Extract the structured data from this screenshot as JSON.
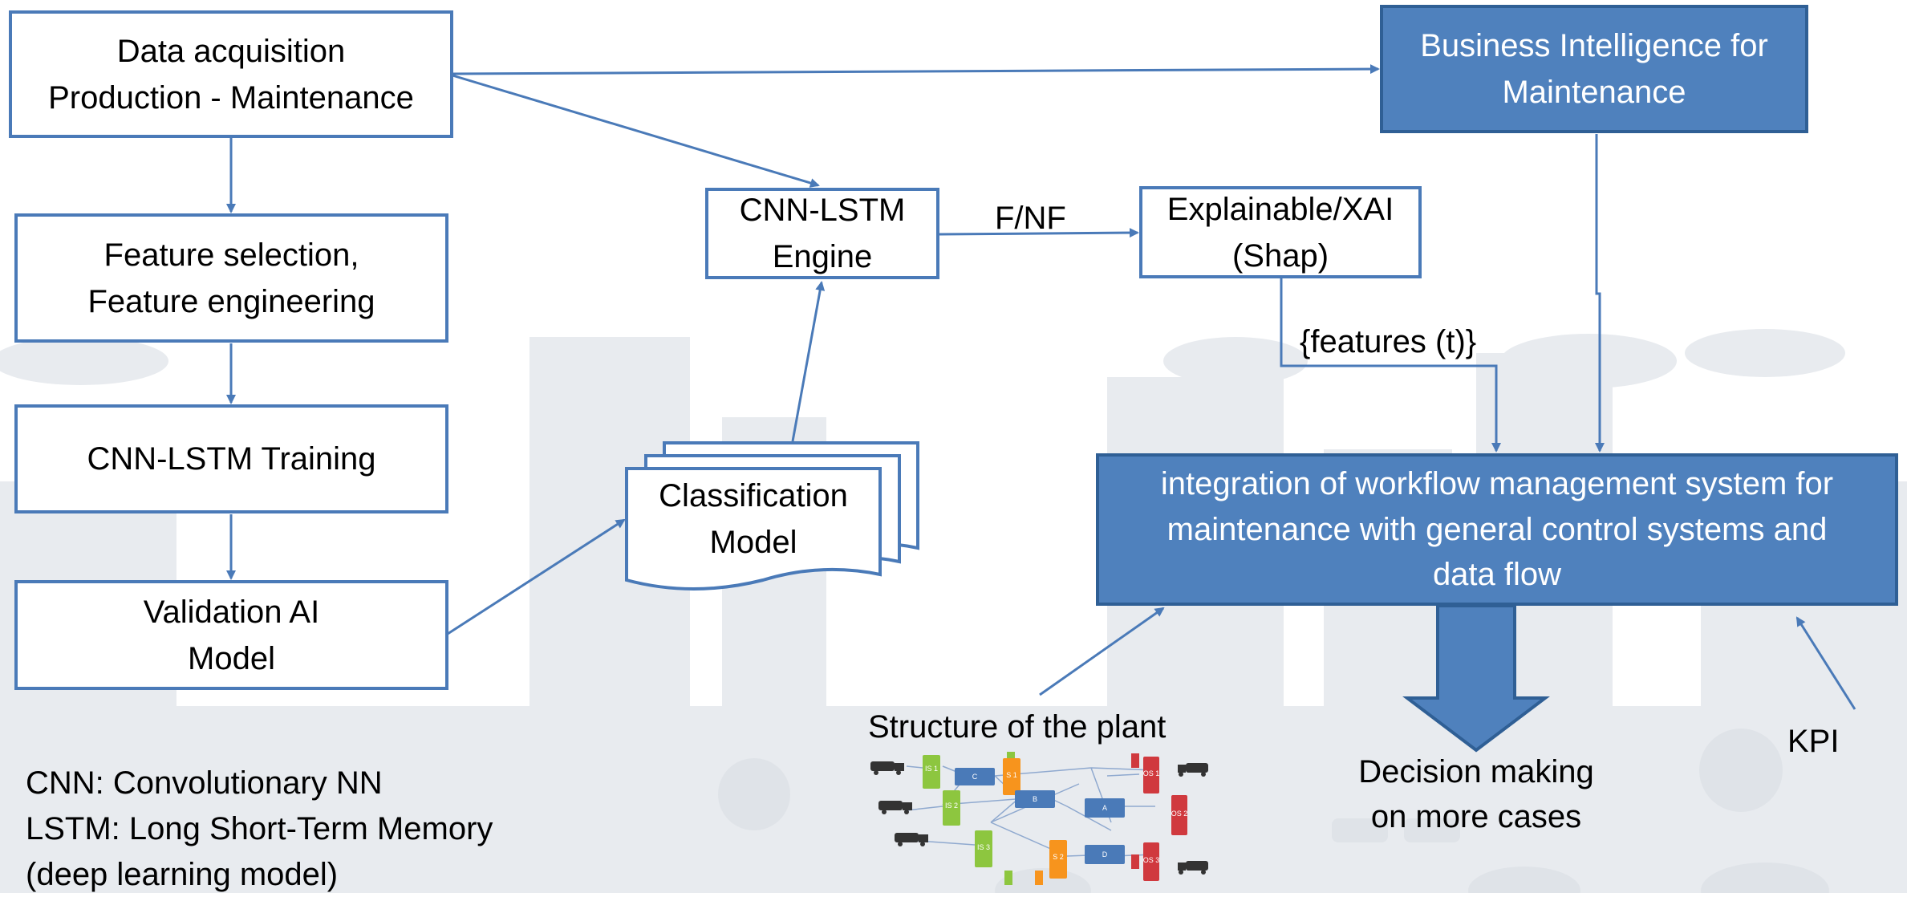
{
  "boxes": {
    "data_acquisition": [
      "Data acquisition",
      "Production - Maintenance"
    ],
    "feature_selection": [
      "Feature selection,",
      "Feature engineering"
    ],
    "cnn_training": [
      "CNN-LSTM Training"
    ],
    "validation": [
      "Validation AI",
      "Model"
    ],
    "classification": [
      "Classification",
      "Model"
    ],
    "engine": [
      "CNN-LSTM",
      "Engine"
    ],
    "xai": [
      "Explainable/XAI",
      "(Shap)"
    ],
    "business_intelligence": [
      "Business Intelligence for",
      "Maintenance"
    ],
    "integration": [
      "integration of workflow management system for",
      "maintenance with general control systems and",
      "data flow"
    ]
  },
  "labels": {
    "fnf": "F/NF",
    "features": "{features (t)}",
    "structure": "Structure of the plant",
    "decision": [
      "Decision making",
      "on more cases"
    ],
    "kpi": "KPI",
    "glossary": [
      "CNN: Convolutionary NN",
      "LSTM: Long Short-Term Memory",
      "(deep learning model)"
    ]
  },
  "plant_diagram": {
    "nodes": [
      "IS 1",
      "IS 2",
      "IS 3",
      "C",
      "S 1",
      "S 2",
      "B",
      "A",
      "D",
      "OS 1",
      "OS 2",
      "OS 3"
    ]
  },
  "colors": {
    "box_border": "#4a7ab8",
    "box_fill_blue": "#4f81bd",
    "arrow": "#4a7ab8",
    "plant_green": "#8dc63f",
    "plant_orange": "#f7941d",
    "plant_blue": "#4a7ab8",
    "plant_red": "#d0393e"
  }
}
